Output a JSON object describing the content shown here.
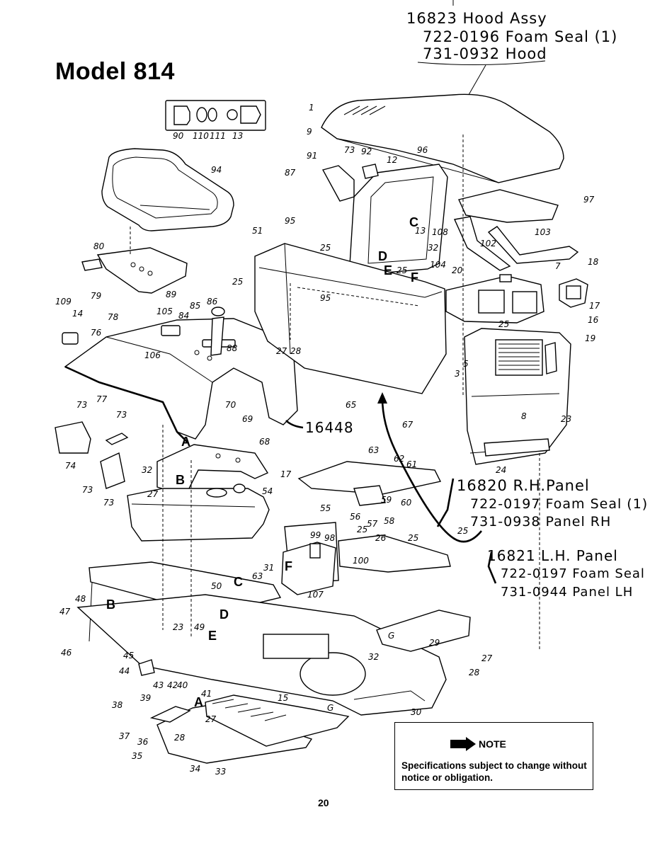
{
  "page": {
    "title": "Model 814",
    "page_number": "20"
  },
  "annotations": {
    "hood": {
      "line1": "16823 Hood Assy",
      "line2": "722-0196 Foam Seal (1)",
      "line3": "731-0932 Hood"
    },
    "rh_panel": {
      "line1": "16820 R.H.Panel",
      "line2": "722-0197 Foam Seal (1)",
      "line3": "731-0938 Panel RH"
    },
    "lh_panel": {
      "line1": "16821 L.H. Panel",
      "line2": "722-0197 Foam Seal",
      "line3": "731-0944 Panel LH"
    },
    "fender": "16448"
  },
  "note": {
    "heading": "NOTE",
    "text": "Specifications subject to change without notice or obligation."
  },
  "callouts": {
    "n1": "1",
    "n9": "9",
    "n91": "91",
    "n73a": "73",
    "n92": "92",
    "n12": "12",
    "n96": "96",
    "n87": "87",
    "n97": "97",
    "n103": "103",
    "n102": "102",
    "n108": "108",
    "n13b": "13",
    "n32b": "32",
    "n25a": "25",
    "n51": "51",
    "n95a": "95",
    "n95b": "95",
    "n7": "7",
    "n18": "18",
    "n104": "104",
    "n20": "20",
    "n25b": "25",
    "n17a": "17",
    "n16": "16",
    "n25c": "25",
    "n19": "19",
    "n5": "5",
    "n3": "3",
    "n8": "8",
    "n23a": "23",
    "n24": "24",
    "n65": "65",
    "n67": "67",
    "n27a": "27",
    "n28a": "28",
    "n25d": "25",
    "n90": "90",
    "n110": "110",
    "n111": "111",
    "n13a": "13",
    "n94": "94",
    "n80": "80",
    "n89": "89",
    "n79": "79",
    "n109": "109",
    "n14": "14",
    "n78": "78",
    "n105": "105",
    "n84": "84",
    "n85": "85",
    "n86": "86",
    "n88": "88",
    "n106": "106",
    "n76": "76",
    "n77": "77",
    "n70": "70",
    "n69": "69",
    "n73b": "73",
    "n73c": "73",
    "n74": "74",
    "n73d": "73",
    "n73e": "73",
    "n68": "68",
    "n32a": "32",
    "n27b": "27",
    "n54": "54",
    "n17b": "17",
    "n63a": "63",
    "n62": "62",
    "n61": "61",
    "n55": "55",
    "n59": "59",
    "n60": "60",
    "n56": "56",
    "n57": "57",
    "n58": "58",
    "n99": "99",
    "n98": "98",
    "n25e": "25",
    "n26": "26",
    "n25f": "25",
    "n25g": "25",
    "n100": "100",
    "n31": "31",
    "n63b": "63",
    "n107": "107",
    "n50": "50",
    "n48": "48",
    "n47": "47",
    "n46": "46",
    "n49": "49",
    "n23b": "23",
    "n29": "29",
    "n27c": "27",
    "n28b": "28",
    "n45": "45",
    "n44": "44",
    "n43": "43",
    "n42": "42",
    "n40": "40",
    "n41": "41",
    "n15": "15",
    "n32c": "32",
    "n39": "39",
    "n38": "38",
    "n37": "37",
    "n36": "36",
    "n35": "35",
    "n34": "34",
    "n33": "33",
    "n28c": "28",
    "n27d": "27",
    "n30": "30",
    "nG1": "G",
    "nG2": "G",
    "lA1": "A",
    "lA2": "A",
    "lB1": "B",
    "lB2": "B",
    "lC1": "C",
    "lC2": "C",
    "lD1": "D",
    "lD2": "D",
    "lE1": "E",
    "lE2": "E",
    "lF1": "F",
    "lF2": "F"
  }
}
